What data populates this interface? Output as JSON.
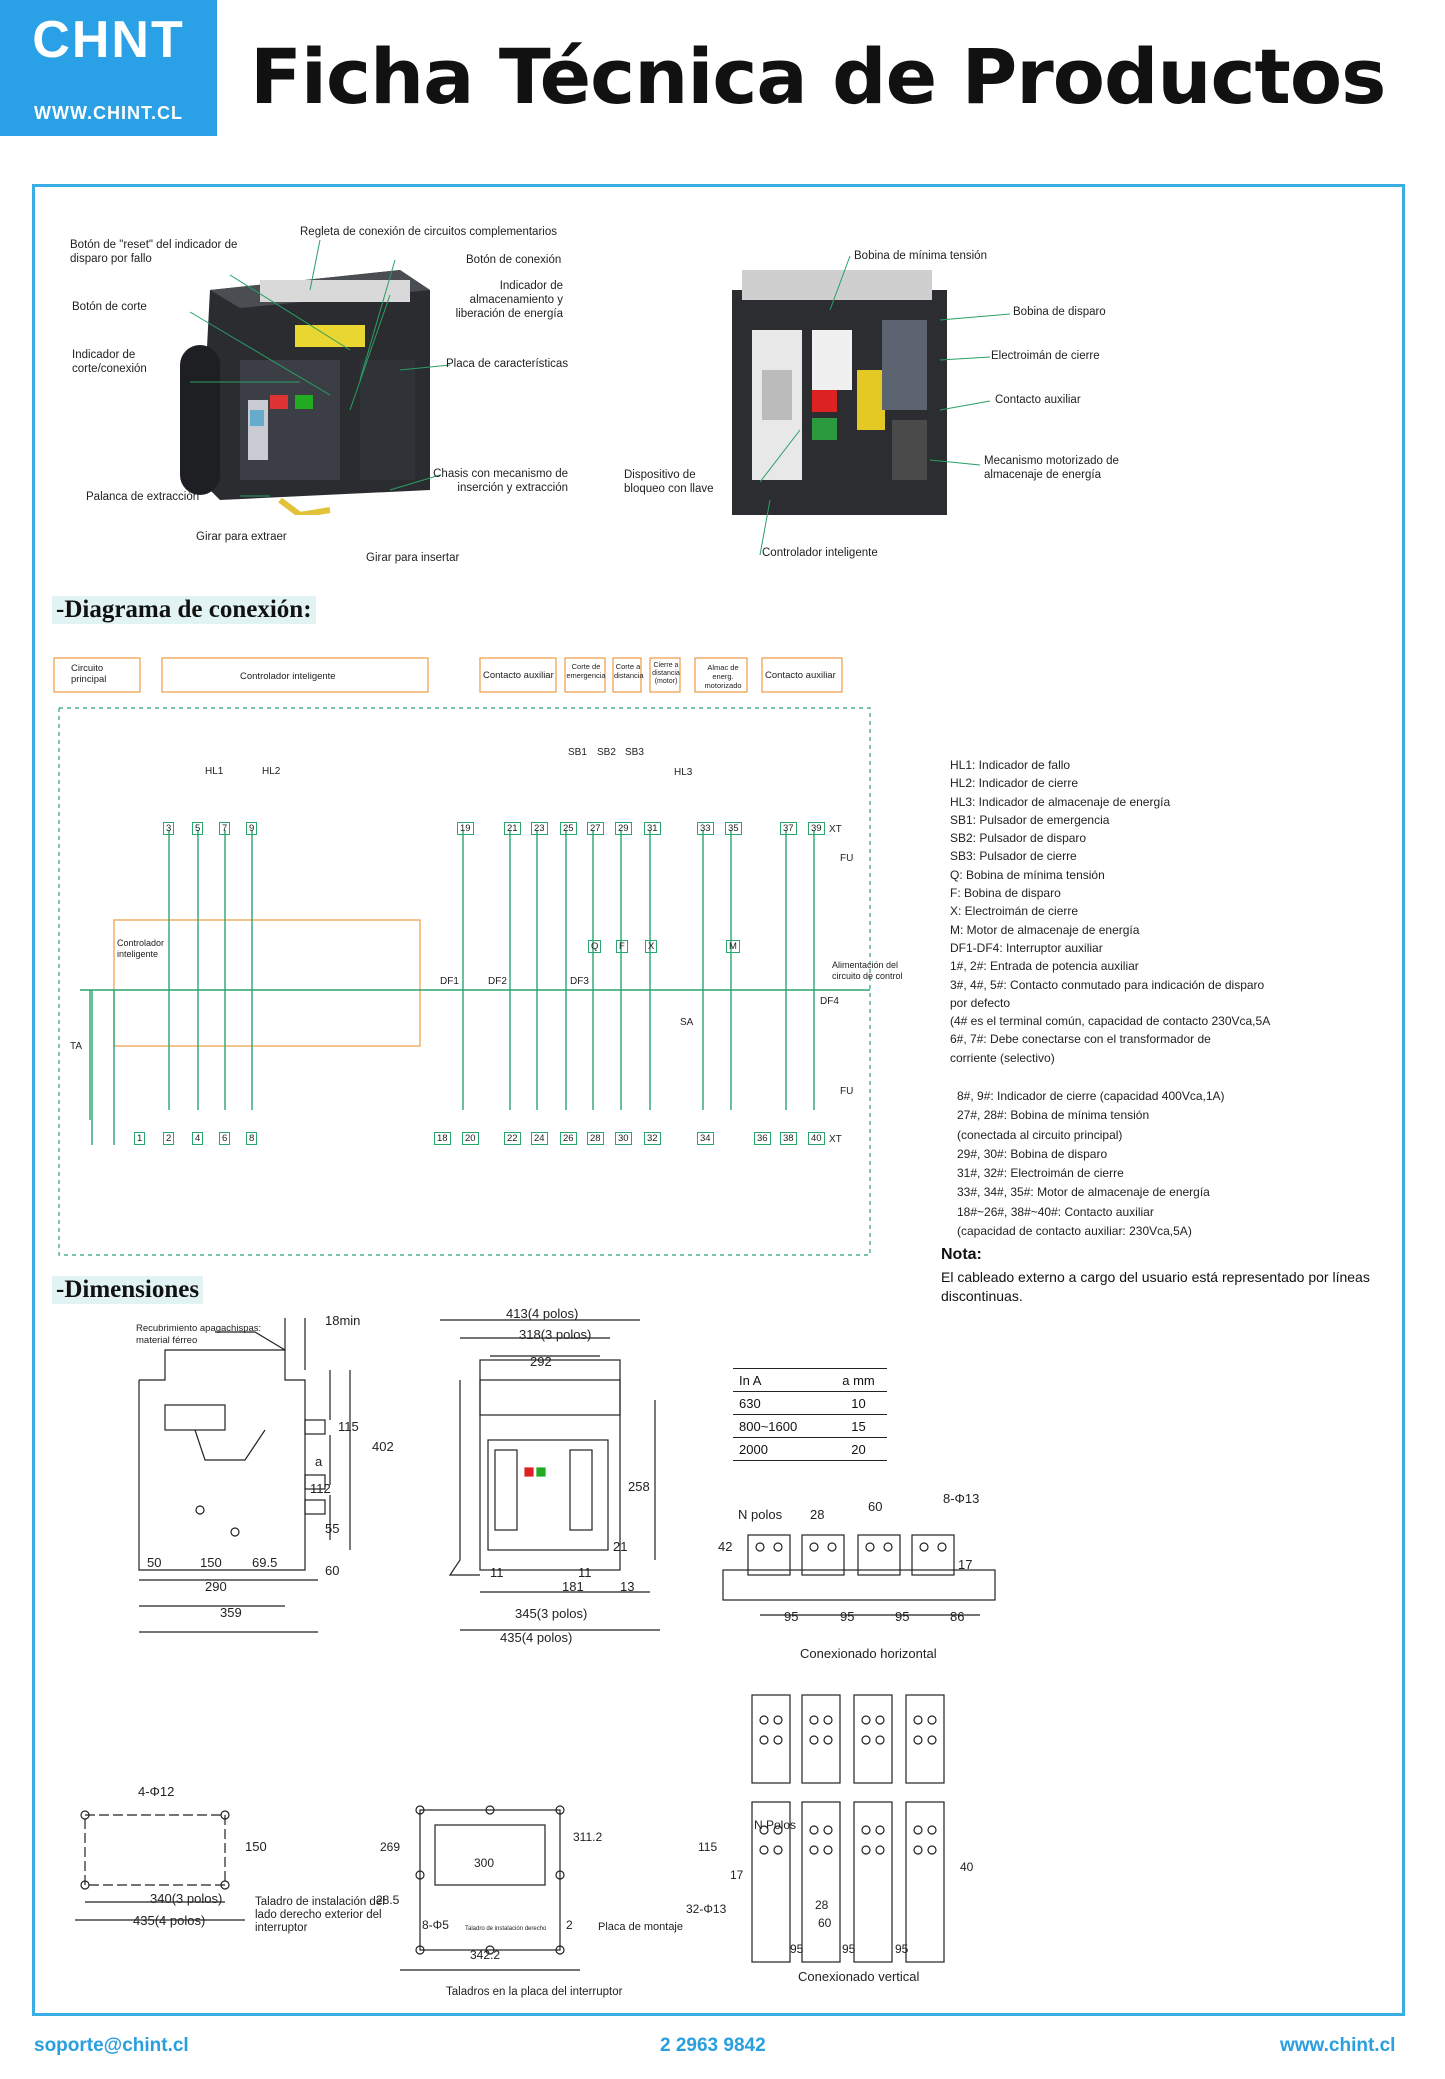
{
  "header": {
    "logo_text": "CHNT",
    "logo_url": "WWW.CHINT.CL",
    "title": "Ficha Técnica de Productos",
    "brand_color": "#2aa0e6"
  },
  "photo_left": {
    "labels": {
      "reset": "Botón de \"reset\" del indicador de disparo por fallo",
      "corte": "Botón de corte",
      "indicador": "Indicador de corte/conexión",
      "palanca": "Palanca de extracción",
      "girar_extraer": "Girar para extraer",
      "girar_insertar": "Girar para insertar",
      "regleta": "Regleta de conexión de circuitos complementarios",
      "conexion": "Botón de conexión",
      "almacen": "Indicador de almacenamiento y liberación de energía",
      "placa": "Placa de características",
      "chasis": "Chasis con mecanismo de inserción y extracción"
    }
  },
  "photo_right": {
    "labels": {
      "bobina_min": "Bobina de mínima tensión",
      "bobina_disp": "Bobina de disparo",
      "electroiman": "Electroimán de cierre",
      "contacto": "Contacto auxiliar",
      "mecanismo": "Mecanismo motorizado de almacenaje de energía",
      "bloqueo": "Dispositivo de bloqueo con llave",
      "controlador": "Controlador inteligente"
    }
  },
  "sections": {
    "diagram": "-Diagrama de conexión:",
    "dimensions": "-Dimensiones"
  },
  "diagram": {
    "boxes": [
      "Circuito principal",
      "Controlador inteligente",
      "Contacto auxiliar",
      "Corte de emergencia",
      "Corte a distancia",
      "Cierre a distancia (motor)",
      "Almac de energ. motorizado",
      "Contacto auxiliar"
    ],
    "inner_box": "Controlador inteligente",
    "top_terminals": [
      "3",
      "5",
      "7",
      "9",
      "19",
      "21",
      "23",
      "25",
      "27",
      "29",
      "31",
      "33",
      "35",
      "37",
      "39"
    ],
    "bottom_terminals": [
      "1",
      "2",
      "4",
      "6",
      "8",
      "18",
      "20",
      "22",
      "24",
      "26",
      "28",
      "30",
      "32",
      "34",
      "36",
      "38",
      "40"
    ],
    "labels": {
      "hl1": "HL1",
      "hl2": "HL2",
      "hl3": "HL3",
      "sb1": "SB1",
      "sb2": "SB2",
      "sb3": "SB3",
      "xt": "XT",
      "fu": "FU",
      "ta": "TA",
      "sa": "SA",
      "df1": "DF1",
      "df2": "DF2",
      "df3": "DF3",
      "df4": "DF4",
      "q": "Q",
      "f": "F",
      "x": "X",
      "m": "M",
      "alimentacion": "Alimentación del circuito de control"
    }
  },
  "legend": [
    "HL1: Indicador de fallo",
    "HL2: Indicador de cierre",
    "HL3: Indicador de almacenaje de energía",
    "SB1: Pulsador de emergencia",
    "SB2: Pulsador de disparo",
    "SB3: Pulsador de cierre",
    "Q: Bobina de mínima tensión",
    "F: Bobina de disparo",
    "X: Electroimán de cierre",
    "M: Motor de almacenaje de energía",
    "DF1-DF4: Interruptor auxiliar",
    "1#, 2#: Entrada de potencia auxiliar",
    "3#, 4#, 5#: Contacto conmutado para indicación de disparo",
    "por defecto",
    "(4# es el terminal común, capacidad de contacto 230Vca,5A",
    "6#, 7#: Debe conectarse con el transformador de",
    "corriente (selectivo)"
  ],
  "legend2": [
    "8#, 9#: Indicador de cierre (capacidad 400Vca,1A)",
    "27#, 28#: Bobina de mínima tensión",
    "(conectada al circuito principal)",
    "29#, 30#: Bobina de disparo",
    "31#, 32#: Electroimán de cierre",
    "33#, 34#, 35#: Motor de almacenaje de energía",
    "18#~26#, 38#~40#: Contacto auxiliar",
    "(capacidad de contacto auxiliar: 230Vca,5A)"
  ],
  "nota": {
    "heading": "Nota:",
    "text": "El cableado externo a cargo del usuario está representado por líneas discontinuas."
  },
  "dimensions": {
    "side": {
      "cover_label": "Recubrimiento apagachispas: material férreo",
      "d18": "18min",
      "d402": "402",
      "d115": "115",
      "d112": "112",
      "d55": "55",
      "d60": "60",
      "da": "a",
      "d50": "50",
      "d150": "150",
      "d695": "69.5",
      "d290": "290",
      "d359": "359"
    },
    "front": {
      "d413": "413(4 polos)",
      "d318": "318(3 polos)",
      "d292": "292",
      "d258": "258",
      "d21": "21",
      "d11a": "11",
      "d11b": "11",
      "d181": "181",
      "d13": "13",
      "d345": "345(3 polos)",
      "d435": "435(4 polos)"
    },
    "table": {
      "headers": [
        "In A",
        "a mm"
      ],
      "rows": [
        [
          "630",
          "10"
        ],
        [
          "800~1600",
          "15"
        ],
        [
          "2000",
          "20"
        ]
      ]
    },
    "horizontal": {
      "npolos": "N polos",
      "d28": "28",
      "d60": "60",
      "d813": "8-Φ13",
      "d42": "42",
      "d17": "17",
      "d95a": "95",
      "d95b": "95",
      "d95c": "95",
      "d86": "86",
      "caption": "Conexionado horizontal"
    },
    "mount": {
      "d412": "4-Φ12",
      "d150": "150",
      "d340": "340(3 polos)",
      "d435": "435(4 polos)",
      "caption": "Taladro de instalación del lado derecho exterior del interruptor"
    },
    "plate": {
      "d269": "269",
      "d285": "28.5",
      "d300": "300",
      "d3112": "311.2",
      "d85": "8-Φ5",
      "d3422": "342.2",
      "small": "Taladro de instalación derecho",
      "d2": "2",
      "placa": "Placa de montaje",
      "caption": "Taladros en la placa del interruptor"
    },
    "vertical": {
      "npolos": "N Polos",
      "d115": "115",
      "d17": "17",
      "d40": "40",
      "d3213": "32-Φ13",
      "d28": "28",
      "d60": "60",
      "d95a": "95",
      "d95b": "95",
      "d95c": "95",
      "caption": "Conexionado vertical"
    }
  },
  "footer": {
    "email": "soporte@chint.cl",
    "phone": "2 2963 9842",
    "web": "www.chint.cl"
  }
}
